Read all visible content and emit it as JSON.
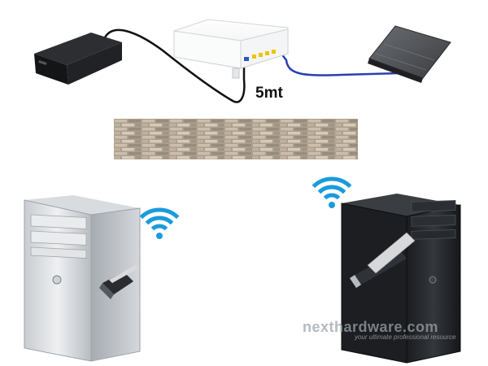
{
  "diagram": {
    "cable_label": "5mt"
  },
  "watermark": {
    "brand": "nexthardware.com",
    "tagline": "your ultimate professional resource"
  }
}
